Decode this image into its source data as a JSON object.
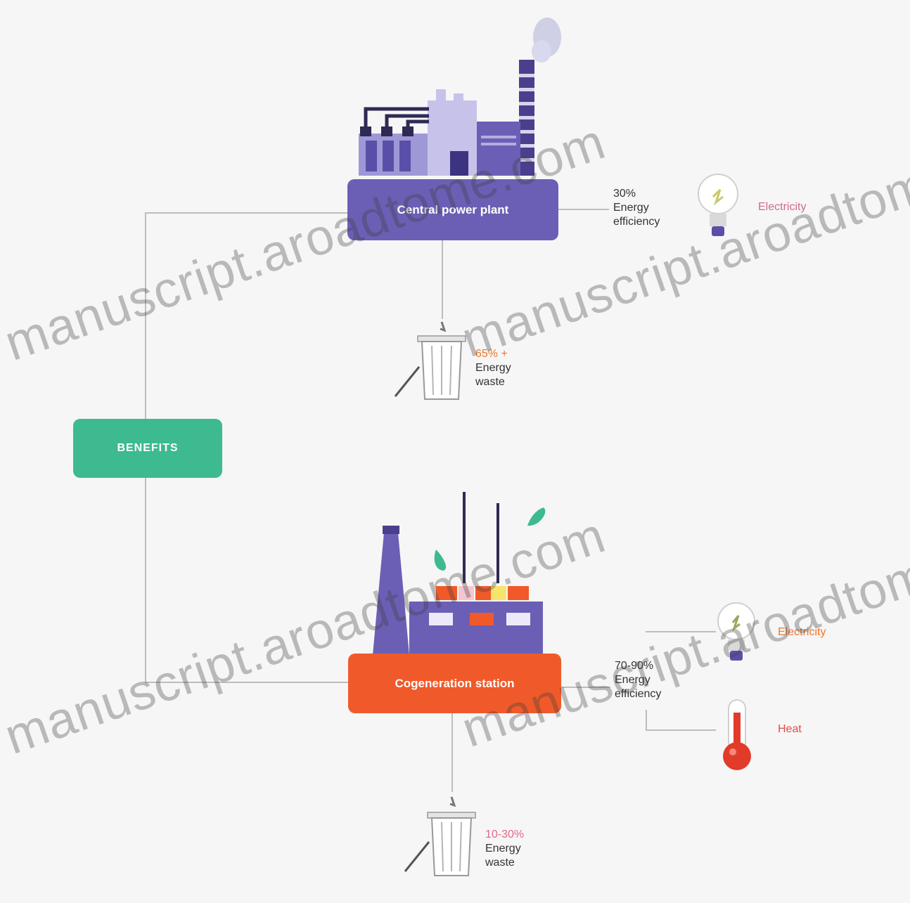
{
  "central_plant": {
    "label": "Central power plant",
    "efficiency_pct": "30%",
    "efficiency_text": "Energy efficiency",
    "waste_pct": "65% +",
    "waste_text": "Energy waste",
    "output": "Electricity"
  },
  "benefits": {
    "label": "BENEFITS"
  },
  "cogeneration": {
    "label": "Cogeneration station",
    "efficiency_pct": "70-90%",
    "efficiency_text": "Energy efficiency",
    "waste_pct": "10-30%",
    "waste_text": "Energy waste",
    "output_1": "Electricity",
    "output_2": "Heat"
  },
  "watermark": "manuscript.aroadtome.com",
  "colors": {
    "purple": "#6b5fb5",
    "green": "#3dba8f",
    "orange": "#f05a2a",
    "line": "#bdbdbd"
  }
}
